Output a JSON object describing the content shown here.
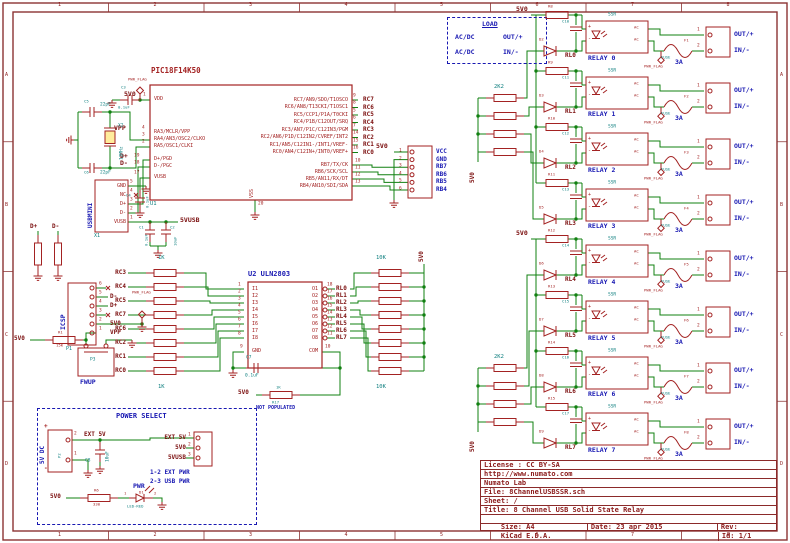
{
  "frame": {
    "cols": [
      "1",
      "2",
      "3",
      "4",
      "5",
      "6",
      "7",
      "8"
    ],
    "rows": [
      "A",
      "B",
      "C",
      "D"
    ]
  },
  "title_block": {
    "license": "License : CC BY-SA",
    "url": "http://www.numato.com",
    "company": "Numato Lab",
    "file": "File: 8ChannelUSBSSR.sch",
    "sheet": "Sheet: /",
    "title": "Title: 8 Channel USB Solid State Relay",
    "size": "Size: A4",
    "date": "Date: 23 apr 2015",
    "rev": "Rev:",
    "tool": "KiCad E.D.A.",
    "id": "Id: 1/1"
  },
  "load_box": {
    "title": "LOAD",
    "rows": [
      {
        "l": "AC/DC",
        "r": "OUT/+"
      },
      {
        "l": "AC/DC",
        "r": "IN/-"
      }
    ]
  },
  "nets": {
    "v5": "5V0",
    "v5usb": "5VUSB",
    "vpp": "VPP",
    "dp": "D+",
    "dm": "D-",
    "flag": "PWR_FLAG"
  },
  "mcu": {
    "value": "PIC18F14K50",
    "ref": "U1",
    "left_pins": {
      "vdd": {
        "num": "1",
        "name": "VDD"
      },
      "ra3": {
        "num": "4",
        "name": "RA3/MCLR/VPP"
      },
      "ra4": {
        "num": "3",
        "name": "RA4/AN3/OSC2/CLKO"
      },
      "ra5": {
        "num": "2",
        "name": "RA5/OSC1/CLKI"
      },
      "dp": {
        "num": "19",
        "name": "D+/PGD"
      },
      "dm": {
        "num": "18",
        "name": "D-/PGC"
      },
      "vusb": {
        "num": "17",
        "name": "VUSB"
      }
    },
    "rc_pins": [
      {
        "name": "RC7/AN9/SDO/T1OSCO",
        "num": "9",
        "net": "RC7"
      },
      {
        "name": "RC6/AN8/T13CKI/T1OSC1",
        "num": "8",
        "net": "RC6"
      },
      {
        "name": "RC5/CCP1/P1A/T0CKI",
        "num": "5",
        "net": "RC5"
      },
      {
        "name": "RC4/P1B/C12OUT/SRQ",
        "num": "6",
        "net": "RC4"
      },
      {
        "name": "RC3/AN7/P1C/C12IN3/PGM",
        "num": "7",
        "net": "RC3"
      },
      {
        "name": "RC2/AN6/P1D/C12IN2/CVREF/INT2",
        "num": "14",
        "net": "RC2"
      },
      {
        "name": "RC1/AN5/C12IN1-/INT1/VREF-",
        "num": "15",
        "net": "RC1"
      },
      {
        "name": "RC0/AN4/C12IN+/INT0/VREF+",
        "num": "16",
        "net": "RC0"
      }
    ],
    "rb_pins": [
      {
        "name": "RB7/TX/CK",
        "num": "10"
      },
      {
        "name": "RB6/SCK/SCL",
        "num": "11"
      },
      {
        "name": "RB5/AN11/RX/DT",
        "num": "12"
      },
      {
        "name": "RB4/AN10/SDI/SDA",
        "num": "13"
      }
    ],
    "vss": {
      "name": "VSS",
      "num": "20"
    },
    "c3": {
      "ref": "C3",
      "val": "0.1uF"
    },
    "c4": {
      "ref": "C4",
      "val": "0.1uF"
    }
  },
  "crystal": {
    "ref": "X2",
    "val": "12MHz",
    "c5": {
      "ref": "C5",
      "val": "22pF"
    },
    "c6": {
      "ref": "C6",
      "val": "22pF"
    }
  },
  "usb": {
    "ref": "X1",
    "value": "USBMINI",
    "pins": [
      {
        "num": "5",
        "name": "GND"
      },
      {
        "num": "4",
        "name": "NC"
      },
      {
        "num": "3",
        "name": "D+"
      },
      {
        "num": "2",
        "name": "D-"
      },
      {
        "num": "1",
        "name": "VUSB"
      }
    ],
    "c1": {
      "ref": "C1",
      "val": "0.1uF"
    },
    "c2": {
      "ref": "C2",
      "val": "10uF"
    }
  },
  "icsp": {
    "ref": "P1",
    "value": "ICSP",
    "pins": [
      {
        "num": "6",
        "label": ""
      },
      {
        "num": "5",
        "label": "D-"
      },
      {
        "num": "4",
        "label": "D+"
      },
      {
        "num": "3",
        "label": ""
      },
      {
        "num": "2",
        "label": "5V0"
      },
      {
        "num": "1",
        "label": "VPP"
      }
    ]
  },
  "fwup": {
    "r1": {
      "ref": "R1",
      "val": "15K"
    },
    "btn": {
      "ref": "P3",
      "label": "FWUP"
    }
  },
  "conn6": {
    "pins": [
      {
        "num": "1",
        "label": "VCC"
      },
      {
        "num": "2",
        "label": "GND"
      },
      {
        "num": "3",
        "label": "RB7"
      },
      {
        "num": "4",
        "label": "RB6"
      },
      {
        "num": "5",
        "label": "RB5"
      },
      {
        "num": "6",
        "label": "RB4"
      }
    ]
  },
  "arr1k": {
    "val": "1K",
    "nets": [
      "RC3",
      "RC4",
      "RC5",
      "RC7",
      "RC6",
      "RC2",
      "RC1",
      "RC0"
    ]
  },
  "arr10k": {
    "val": "10K"
  },
  "rl_nets": [
    "RL0",
    "RL1",
    "RL2",
    "RL3",
    "RL4",
    "RL5",
    "RL6",
    "RL7"
  ],
  "uln": {
    "title": "U2 ULN2803",
    "inputs": [
      {
        "name": "I1",
        "num": "1"
      },
      {
        "name": "I2",
        "num": "2"
      },
      {
        "name": "I3",
        "num": "3"
      },
      {
        "name": "I4",
        "num": "4"
      },
      {
        "name": "I5",
        "num": "5"
      },
      {
        "name": "I6",
        "num": "6"
      },
      {
        "name": "I7",
        "num": "7"
      },
      {
        "name": "I8",
        "num": "8"
      }
    ],
    "gnd": {
      "name": "GND",
      "num": "9"
    },
    "outputs": [
      {
        "name": "O1",
        "num": "18"
      },
      {
        "name": "O2",
        "num": "17"
      },
      {
        "name": "O3",
        "num": "16"
      },
      {
        "name": "O4",
        "num": "15"
      },
      {
        "name": "O5",
        "num": "14"
      },
      {
        "name": "O6",
        "num": "13"
      },
      {
        "name": "O7",
        "num": "12"
      },
      {
        "name": "O8",
        "num": "11"
      }
    ],
    "com": {
      "name": "COM",
      "num": "10"
    },
    "c7": {
      "ref": "C7",
      "val": "0.1uF"
    },
    "r17": {
      "ref": "R17",
      "val": "1K",
      "note": "NOT POPULATED"
    }
  },
  "pullups": {
    "val": "2K2"
  },
  "relay_common": {
    "ssr": "SSR",
    "fuse": "FUSE",
    "amps": "3A",
    "out": "OUT/+",
    "in_": "IN/-",
    "plus": "+",
    "minus": "-",
    "ac": "AC",
    "p1": "1",
    "p2": "2",
    "flag": "PWR_FLAG"
  },
  "relays": [
    {
      "name": "RELAY 0",
      "net": "RL0",
      "d": "D2",
      "c": "C10",
      "r": "R8",
      "f": "F1"
    },
    {
      "name": "RELAY 1",
      "net": "RL1",
      "d": "D3",
      "c": "C11",
      "r": "R9",
      "f": "F2"
    },
    {
      "name": "RELAY 2",
      "net": "RL2",
      "d": "D4",
      "c": "C12",
      "r": "R10",
      "f": "F3"
    },
    {
      "name": "RELAY 3",
      "net": "RL3",
      "d": "D5",
      "c": "C13",
      "r": "R11",
      "f": "F4"
    },
    {
      "name": "RELAY 4",
      "net": "RL4",
      "d": "D6",
      "c": "C14",
      "r": "R12",
      "f": "F5"
    },
    {
      "name": "RELAY 5",
      "net": "RL5",
      "d": "D7",
      "c": "C15",
      "r": "R13",
      "f": "F6"
    },
    {
      "name": "RELAY 6",
      "net": "RL6",
      "d": "D8",
      "c": "C16",
      "r": "R14",
      "f": "F7"
    },
    {
      "name": "RELAY 7",
      "net": "RL7",
      "d": "D9",
      "c": "C17",
      "r": "R15",
      "f": "F8"
    }
  ],
  "power_select": {
    "title": "POWER SELECT",
    "conn": {
      "ref": "P2",
      "value": "5V DC",
      "plus": "+",
      "minus": "-",
      "num_top": "2",
      "num_bot": "1"
    },
    "ext": "EXT 5V",
    "c8": {
      "ref": "C8",
      "val": "10uF"
    },
    "jumper": {
      "rows": [
        {
          "num": "1",
          "label": "EXT 5V"
        },
        {
          "num": "2",
          "label": "5V0"
        },
        {
          "num": "3",
          "label": "5VUSB"
        }
      ],
      "note1": "1-2 EXT PWR",
      "note2": "2-3 USB PWR"
    },
    "led": {
      "net": "5V0",
      "r_ref": "R6",
      "r_val": "330",
      "label": "PWR",
      "ref": "D1",
      "val": "LED-RED",
      "num1": "1",
      "num2": "2"
    }
  }
}
